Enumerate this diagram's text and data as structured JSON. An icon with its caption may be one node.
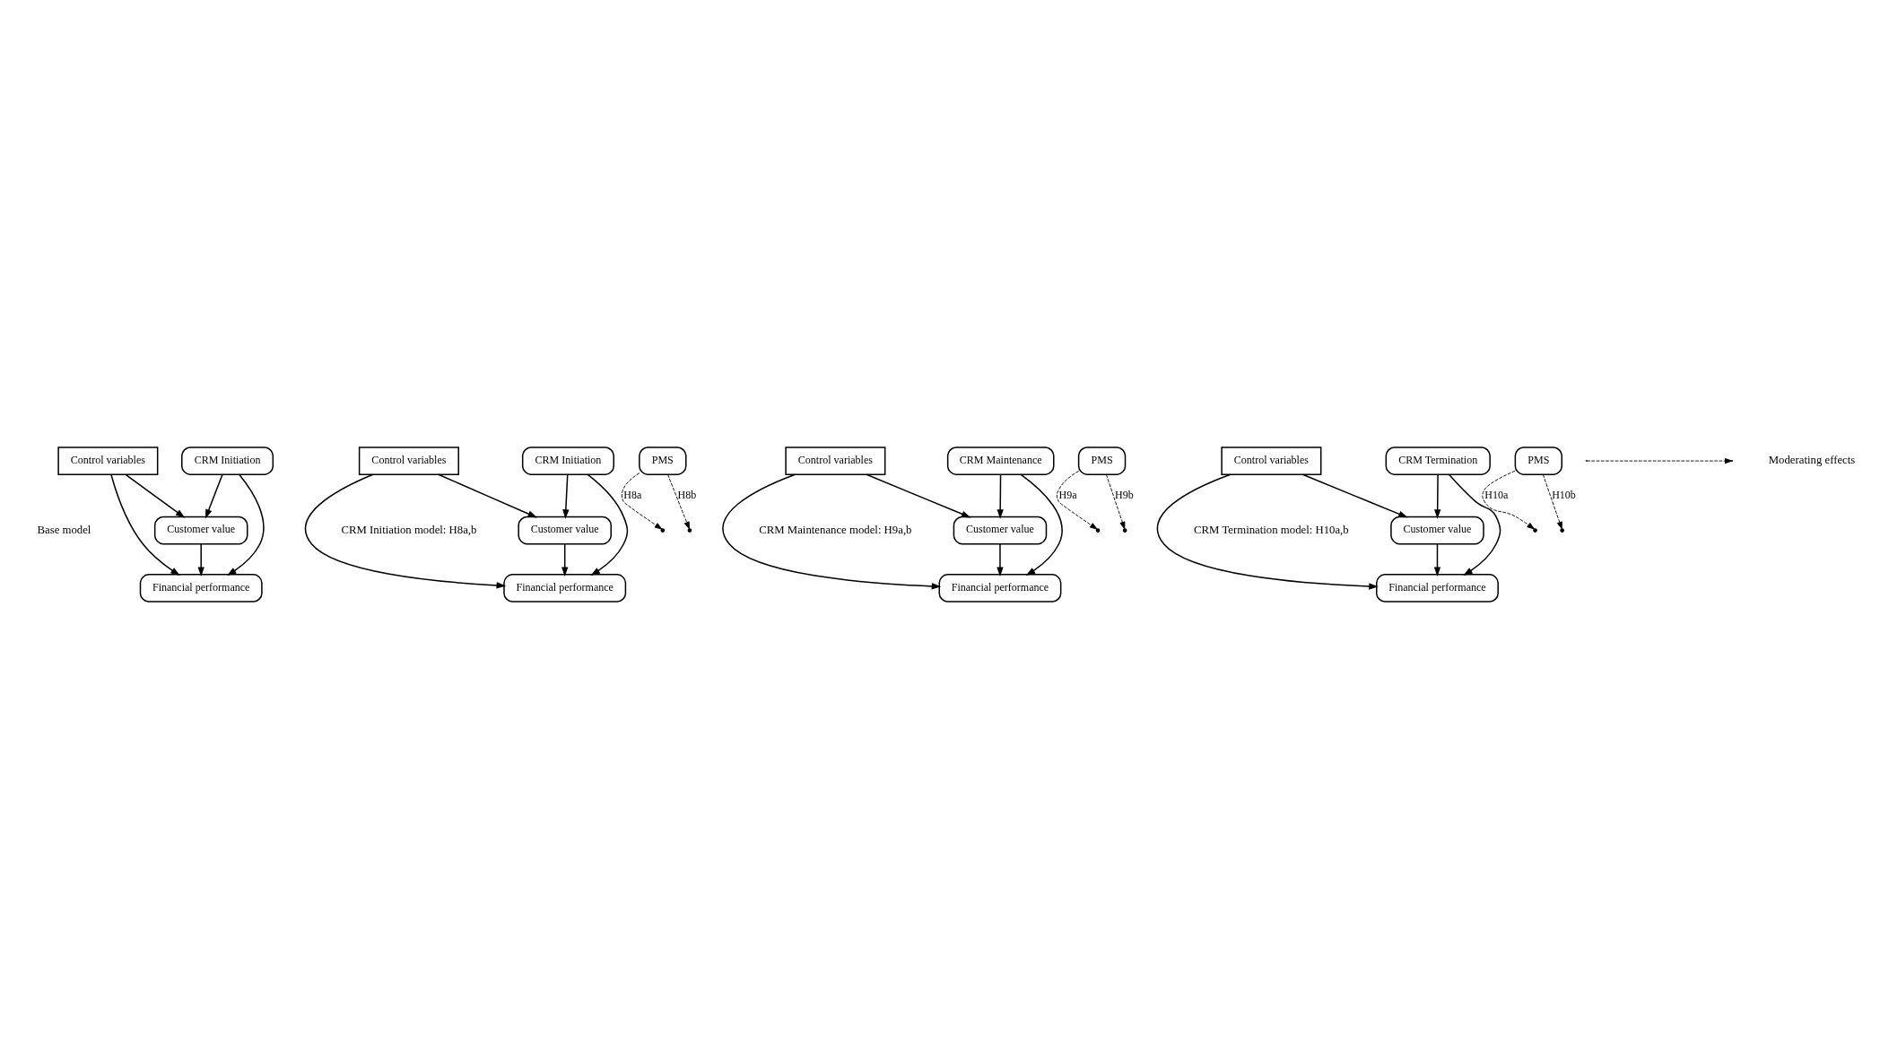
{
  "diagram": {
    "nodes": [
      {
        "text": [
          "CRM Initiation"
        ]
      },
      {
        "text": [
          "Financial performance"
        ]
      },
      {
        "text": [
          "Customer value"
        ]
      },
      {
        "text": [
          "Control variables"
        ]
      },
      {
        "text": [
          "PMS"
        ]
      },
      {
        "text": [
          "CRM Initiation"
        ]
      },
      {
        "text": [
          "Financial performance"
        ]
      },
      {
        "text": [
          "Customer value"
        ]
      },
      {
        "text": [
          "Control variables"
        ]
      },
      {
        "text": [
          "PMS"
        ]
      },
      {
        "text": [
          "CRM Maintenance"
        ]
      },
      {
        "text": [
          "Financial performance"
        ]
      },
      {
        "text": [
          "Customer value"
        ]
      },
      {
        "text": [
          "Control variables"
        ]
      },
      {
        "text": [
          "PMS"
        ]
      },
      {
        "text": [
          "CRM Termination"
        ]
      },
      {
        "text": [
          "Financial performance"
        ]
      },
      {
        "text": [
          "Customer value"
        ]
      },
      {
        "text": [
          "Control variables"
        ]
      }
    ],
    "edges": [
      {
        "from": 0,
        "to": 1,
        "arrow": "to"
      },
      {
        "from": 0,
        "to": 2,
        "arrow": "to"
      },
      {
        "from": 2,
        "to": 1,
        "arrow": "to"
      },
      {
        "from": 3,
        "to": 2,
        "arrow": "to"
      },
      {
        "from": 3,
        "to": 1,
        "arrow": "to"
      },
      {
        "from": 5,
        "to": 6,
        "arrow": "to"
      },
      {
        "from": 5,
        "to": 7,
        "arrow": "to"
      },
      {
        "from": 7,
        "to": 6,
        "arrow": "to"
      },
      {
        "from": 8,
        "to": 7,
        "arrow": "to"
      },
      {
        "from": 8,
        "to": 6,
        "arrow": "to"
      },
      {
        "from": 4,
        "to": null,
        "arrow": "to",
        "style": "dashed",
        "label": "H8a"
      },
      {
        "from": 4,
        "to": null,
        "arrow": "to",
        "style": "dashed",
        "label": "H8b"
      },
      {
        "from": 10,
        "to": 11,
        "arrow": "to"
      },
      {
        "from": 10,
        "to": 12,
        "arrow": "to"
      },
      {
        "from": 12,
        "to": 11,
        "arrow": "to"
      },
      {
        "from": 13,
        "to": 12,
        "arrow": "to"
      },
      {
        "from": 13,
        "to": 11,
        "arrow": "to"
      },
      {
        "from": 9,
        "to": null,
        "arrow": "to",
        "style": "dashed",
        "label": "H9a"
      },
      {
        "from": 9,
        "to": null,
        "arrow": "to",
        "style": "dashed",
        "label": "H9b"
      },
      {
        "from": 15,
        "to": 16,
        "arrow": "to"
      },
      {
        "from": 15,
        "to": 17,
        "arrow": "to"
      },
      {
        "from": 17,
        "to": 16,
        "arrow": "to"
      },
      {
        "from": 18,
        "to": 17,
        "arrow": "to"
      },
      {
        "from": 18,
        "to": 16,
        "arrow": "to"
      },
      {
        "from": 14,
        "to": null,
        "arrow": "to",
        "style": "dashed",
        "label": "H10a"
      },
      {
        "from": 14,
        "to": null,
        "arrow": "to",
        "style": "dashed",
        "label": "H10b"
      }
    ],
    "labels": [
      "Base model",
      "CRM Initiation model: H8a,b",
      "CRM Maintenance model: H9a,b",
      "CRM Termination model: H10a,b"
    ],
    "legend": [
      {
        "text": "Moderating effects"
      }
    ]
  }
}
